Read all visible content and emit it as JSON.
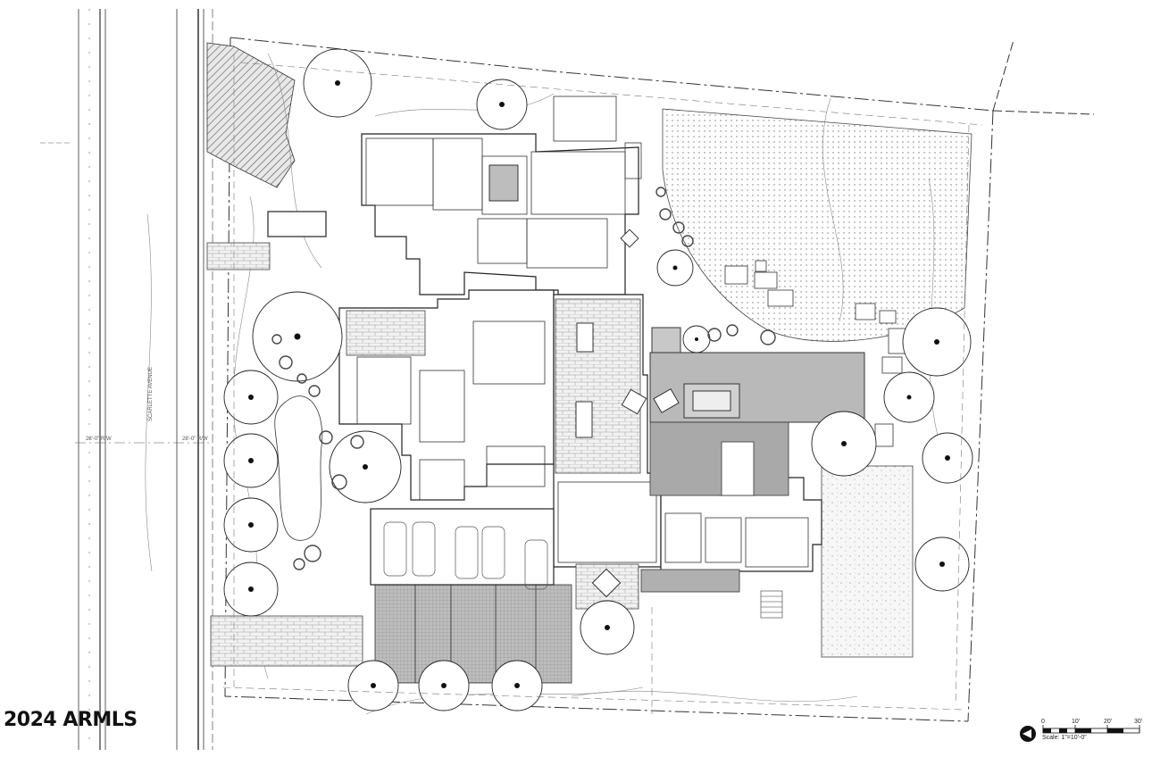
{
  "watermark": "2024 ARMLS",
  "scale": {
    "label": "Scale:  1\"=10'-0\"",
    "ticks": [
      "0",
      "10'",
      "20'",
      "30'"
    ]
  },
  "street": {
    "name": "SCARLETTE AVENUE",
    "row_label": "28'-0\" R/W"
  },
  "colors": {
    "line": "#222222",
    "pool": "#b9b9b9",
    "hatch": "#9a9a9a",
    "paper": "#ffffff"
  }
}
